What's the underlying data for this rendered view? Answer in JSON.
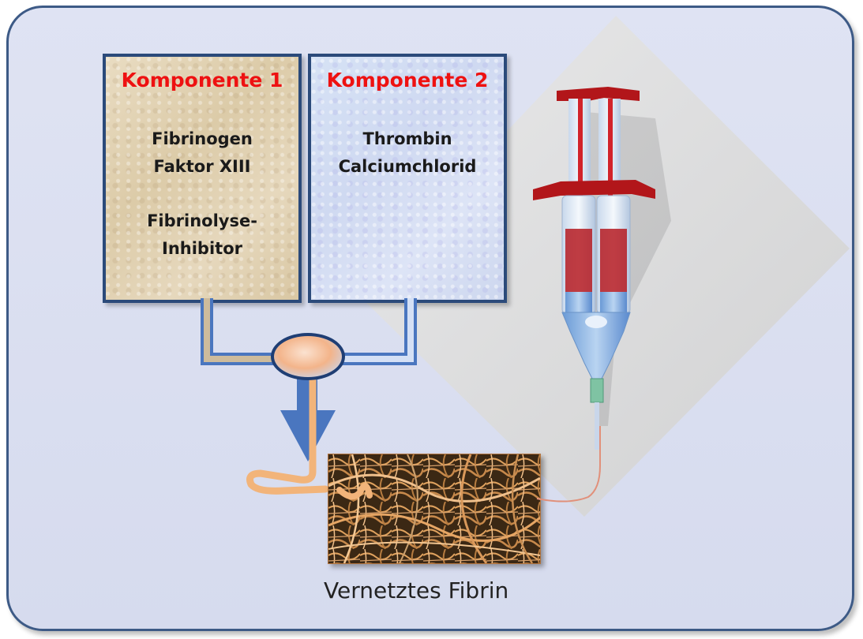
{
  "component1": {
    "title": "Komponente 1",
    "lines": [
      "Fibrinogen",
      "Faktor XIII",
      "Fibrinolyse-",
      "Inhibitor"
    ]
  },
  "component2": {
    "title": "Komponente 2",
    "lines": [
      "Thrombin",
      "Calciumchlorid"
    ]
  },
  "caption": "Vernetztes Fibrin",
  "colors": {
    "title_red": "#ee1111",
    "frame_blue": "#2b4a7a",
    "arrow_blue": "#4a76bf",
    "fibrin_orange": "#f2b47a"
  },
  "icons": [
    "mixing-chamber",
    "syringe-icon",
    "fibrin-photo"
  ]
}
